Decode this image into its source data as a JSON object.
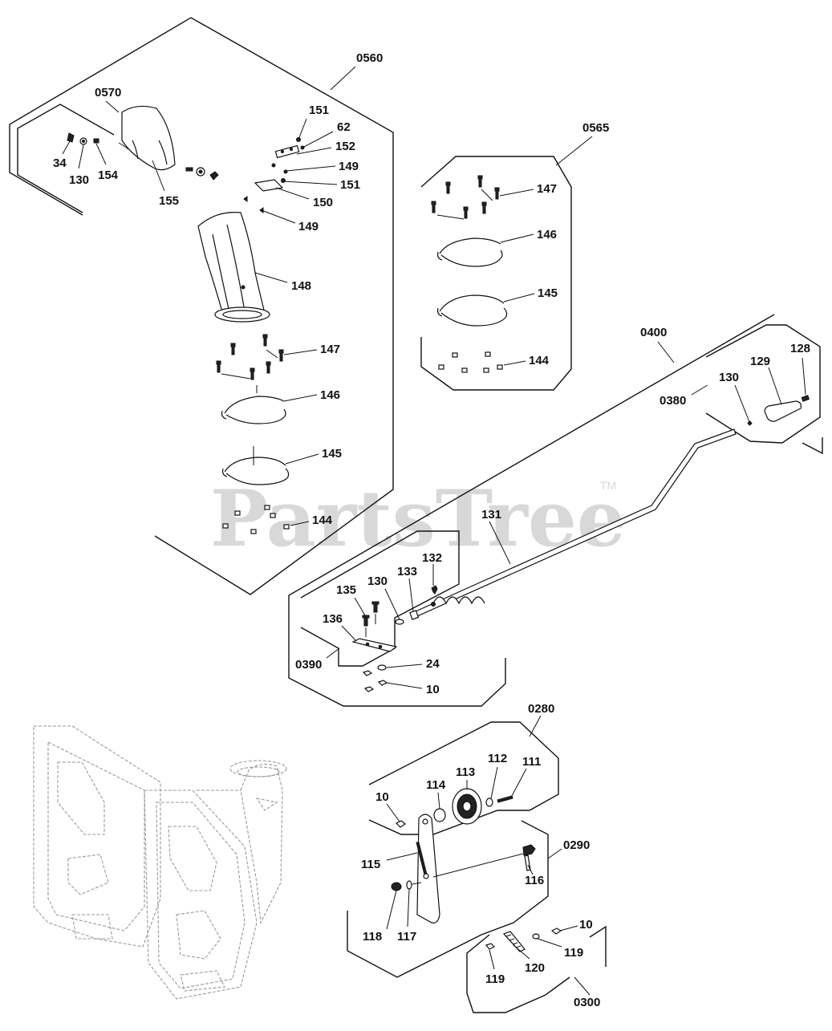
{
  "watermark": {
    "brand": "PartsTree",
    "trademark": "TM"
  },
  "groups": {
    "g0560": "0560",
    "g0570": "0570",
    "g0565": "0565",
    "g0400": "0400",
    "g0380": "0380",
    "g0390": "0390",
    "g0280": "0280",
    "g0290": "0290",
    "g0300": "0300"
  },
  "callouts": {
    "c151a": "151",
    "c62": "62",
    "c152": "152",
    "c149a": "149",
    "c151b": "151",
    "c150": "150",
    "c149b": "149",
    "c34": "34",
    "c130a": "130",
    "c154": "154",
    "c155": "155",
    "c148": "148",
    "c147a": "147",
    "c146a": "146",
    "c145a": "145",
    "c144a": "144",
    "c147b": "147",
    "c146b": "146",
    "c145b": "145",
    "c144b": "144",
    "c128": "128",
    "c129": "129",
    "c130b": "130",
    "c131": "131",
    "c132": "132",
    "c133": "133",
    "c130c": "130",
    "c135": "135",
    "c136": "136",
    "c24": "24",
    "c10a": "10",
    "c112": "112",
    "c111": "111",
    "c113": "113",
    "c114": "114",
    "c10b": "10",
    "c115": "115",
    "c116": "116",
    "c118": "118",
    "c117": "117",
    "c10c": "10",
    "c119a": "119",
    "c119b": "119",
    "c120": "120"
  }
}
